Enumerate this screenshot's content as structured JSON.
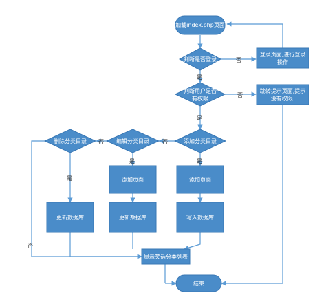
{
  "nodes": {
    "start": "加载index.php页面",
    "check_login": "判断是否登录",
    "login_page": [
      "登录页面,进行登录",
      "操作"
    ],
    "check_perm": [
      "判断用户是否",
      "有权限"
    ],
    "redirect": [
      "跳转提示页面,提示",
      "没有权限."
    ],
    "add_cat": "添加分类目录",
    "edit_cat": "编辑分类目录",
    "del_cat": "删除分类目录",
    "add_page_1": "添加页面",
    "add_page_2": "添加页面",
    "update_db_1": "更新数据库",
    "update_db_2": "更新数据库",
    "write_db": "写入数据库",
    "show_list": "显示笑话分类列表",
    "end": "结束"
  },
  "edges": {
    "yes": "是",
    "no": "否"
  },
  "colors": {
    "shape_fill": "#4a8cc9",
    "shape_stroke": "#3a78b5",
    "line": "#5b9bd5",
    "text": "#ffffff"
  }
}
